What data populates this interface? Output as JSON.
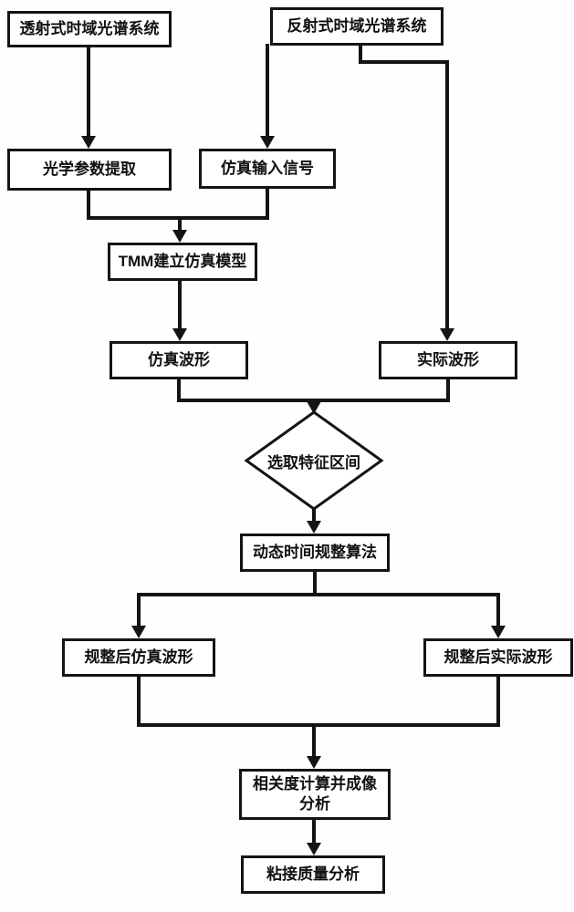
{
  "diagram": {
    "type": "flowchart",
    "colors": {
      "line": "#141414",
      "node_border": "#141414",
      "node_fill": "#ffffff",
      "text": "#111111",
      "background": "#ffffff"
    },
    "nodes": {
      "transmission_system": "透射式时域光谱系统",
      "reflection_system": "反射式时域光谱系统",
      "optical_params": "光学参数提取",
      "sim_input": "仿真输入信号",
      "tmm_model": "TMM建立仿真模型",
      "sim_waveform": "仿真波形",
      "actual_waveform": "实际波形",
      "select_feature": "选取特征区间",
      "dtw": "动态时间规整算法",
      "warped_sim": "规整后仿真波形",
      "warped_actual": "规整后实际波形",
      "correlation": "相关度计算并成像分析",
      "bonding_quality": "粘接质量分析"
    },
    "edges": [
      {
        "from": "transmission_system",
        "to": "optical_params"
      },
      {
        "from": "reflection_system",
        "to": "sim_input"
      },
      {
        "from": "reflection_system",
        "to": "actual_waveform"
      },
      {
        "from": "optical_params",
        "to": "tmm_model"
      },
      {
        "from": "sim_input",
        "to": "tmm_model"
      },
      {
        "from": "tmm_model",
        "to": "sim_waveform"
      },
      {
        "from": "sim_waveform",
        "to": "select_feature"
      },
      {
        "from": "actual_waveform",
        "to": "select_feature"
      },
      {
        "from": "select_feature",
        "to": "dtw"
      },
      {
        "from": "dtw",
        "to": "warped_sim"
      },
      {
        "from": "dtw",
        "to": "warped_actual"
      },
      {
        "from": "warped_sim",
        "to": "correlation"
      },
      {
        "from": "warped_actual",
        "to": "correlation"
      },
      {
        "from": "correlation",
        "to": "bonding_quality"
      }
    ]
  }
}
